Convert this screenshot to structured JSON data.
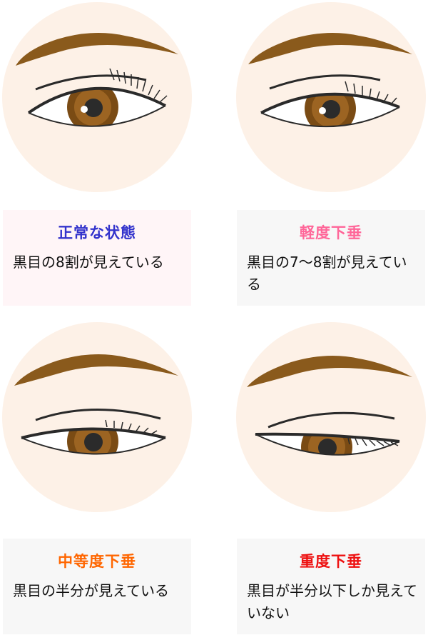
{
  "panels": [
    {
      "id": "normal",
      "title": "正常な状態",
      "title_color": "#3333cc",
      "card_bg": "#fff5f7",
      "desc": "黒目の8割が見えている"
    },
    {
      "id": "mild",
      "title": "軽度下垂",
      "title_color": "#ff6699",
      "card_bg": "#f7f7f7",
      "desc": "黒目の7～8割が見えている"
    },
    {
      "id": "moderate",
      "title": "中等度下垂",
      "title_color": "#ff6600",
      "card_bg": "#f7f7f7",
      "desc": "黒目の半分が見えている"
    },
    {
      "id": "severe",
      "title": "重度下垂",
      "title_color": "#ee1111",
      "card_bg": "#f7f7f7",
      "desc": "黒目が半分以下しか見えていない"
    }
  ],
  "colors": {
    "circle_bg": "#fdf1e7",
    "brow": "#8a5a1c",
    "iris_outer": "#7a4b14",
    "iris_inner": "#9c6422",
    "pupil": "#2b2b2b",
    "line": "#2a2a2a"
  }
}
